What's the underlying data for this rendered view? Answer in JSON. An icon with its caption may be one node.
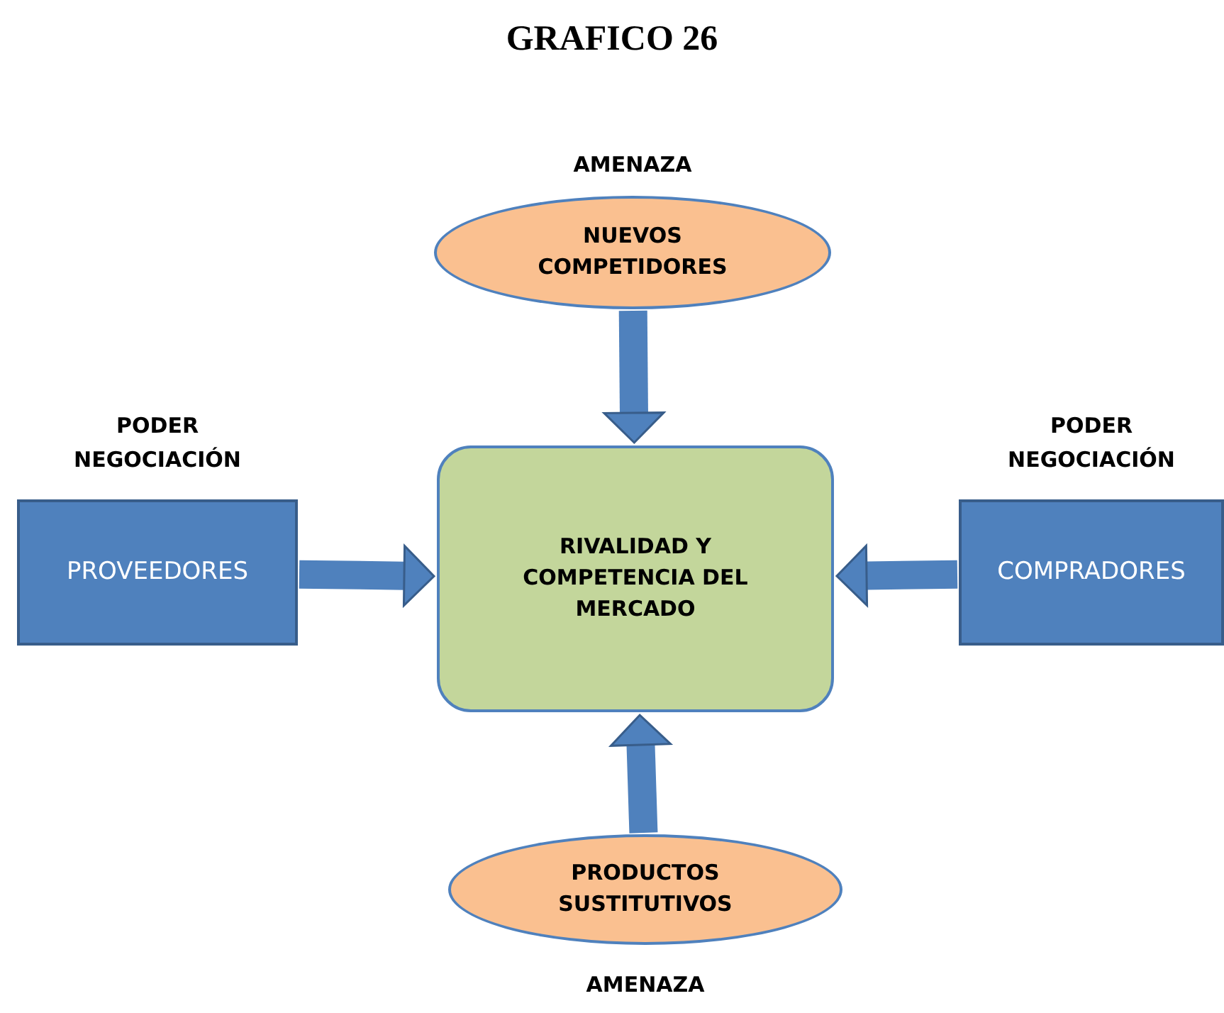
{
  "diagram": {
    "title": "GRAFICO 26",
    "nodes": [
      {
        "text": [
          "AMENAZA",
          "NUEVOS COMPETIDORES"
        ]
      },
      {
        "text": [
          "PODER NEGOCIACIÓN",
          "PROVEEDORES"
        ]
      },
      {
        "text": [
          "RIVALIDAD Y COMPETENCIA DEL MERCADO"
        ]
      },
      {
        "text": [
          "PODER NEGOCIACIÓN",
          "COMPRADORES"
        ]
      },
      {
        "text": [
          "PRODUCTOS SUSTITUTIVOS",
          "AMENAZA"
        ]
      }
    ],
    "edges": [
      {
        "from": 0,
        "to": 2,
        "arrow": "to"
      },
      {
        "from": 1,
        "to": 2,
        "arrow": "to"
      },
      {
        "from": 3,
        "to": 2,
        "arrow": "to"
      },
      {
        "from": 4,
        "to": 2,
        "arrow": "to"
      }
    ]
  }
}
